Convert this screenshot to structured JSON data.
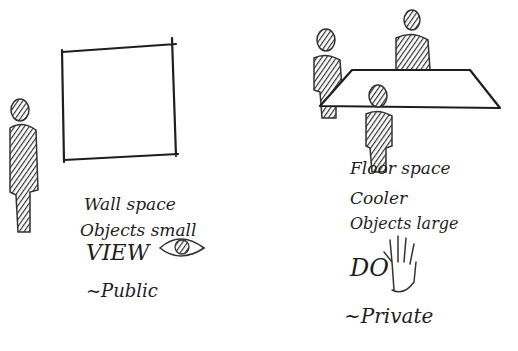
{
  "diagram": {
    "labels": [
      "Wall space",
      "Objects small",
      "VIEW",
      "~Public",
      "Floor space",
      "Cooler",
      "Objects large",
      "DO",
      "~Private"
    ]
  }
}
